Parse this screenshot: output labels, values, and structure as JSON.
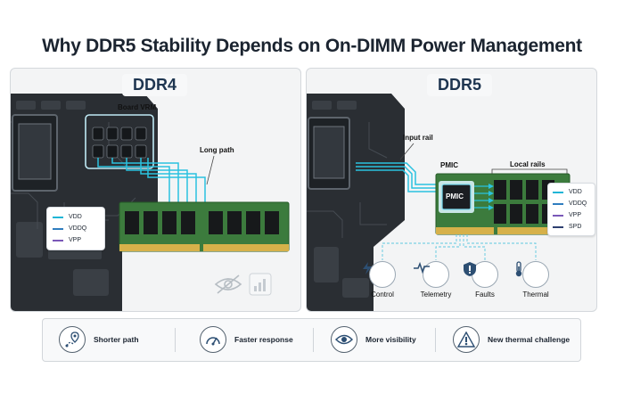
{
  "title": "Why DDR5 Stability Depends on On-DIMM Power Management",
  "left_panel": {
    "title": "DDR4",
    "board_vrm_label": "Board VRM",
    "long_path_label": "Long path",
    "legend": [
      "VDD",
      "VDDQ",
      "VPP"
    ]
  },
  "right_panel": {
    "title": "DDR5",
    "input_rail_label": "Input rail",
    "pmic_label": "PMIC",
    "pmic_chip_text": "PMIC",
    "local_rails_label": "Local rails",
    "legend": [
      "VDD",
      "VDDQ",
      "VPP",
      "SPD"
    ],
    "features": [
      {
        "label": "Control",
        "icon": "lightning-icon"
      },
      {
        "label": "Telemetry",
        "icon": "pulse-icon"
      },
      {
        "label": "Faults",
        "icon": "warning-shield-icon"
      },
      {
        "label": "Thermal",
        "icon": "thermometer-icon"
      }
    ]
  },
  "bottom_bar": [
    {
      "label": "Shorter path",
      "icon": "route-pin-icon"
    },
    {
      "label": "Faster response",
      "icon": "speedometer-icon"
    },
    {
      "label": "More visibility",
      "icon": "eye-icon"
    },
    {
      "label": "New thermal challenge",
      "icon": "thermal-warning-icon"
    }
  ],
  "colors": {
    "vdd": "#1fb5d6",
    "vddq": "#2f7dbf",
    "vpp": "#7a58b8",
    "spd": "#2e3f70",
    "board": "#2c3035",
    "dimm_pcb": "#3d7a3e",
    "title_text": "#1b2430"
  }
}
